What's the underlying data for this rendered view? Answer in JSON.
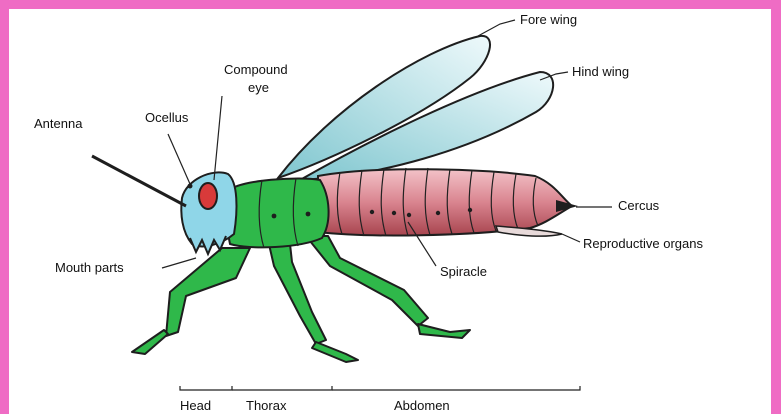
{
  "labels": {
    "fore_wing": "Fore wing",
    "hind_wing": "Hind wing",
    "compound_eye_line1": "Compound",
    "compound_eye_line2": "eye",
    "antenna": "Antenna",
    "ocellus": "Ocellus",
    "cercus": "Cercus",
    "reproductive_organs": "Reproductive organs",
    "mouth_parts": "Mouth parts",
    "spiracle": "Spiracle",
    "head": "Head",
    "thorax": "Thorax",
    "abdomen": "Abdomen"
  },
  "colors": {
    "border": "#ef6cc4",
    "head": "#8fd6e8",
    "eye": "#d83a3a",
    "thorax_legs": "#2fb84a",
    "abdomen": "#d9848f",
    "wing": "#b9e4ea"
  }
}
